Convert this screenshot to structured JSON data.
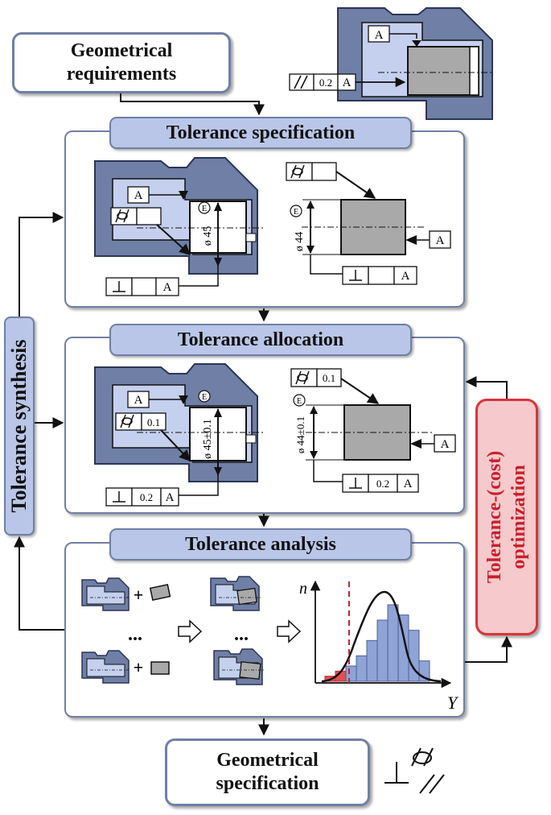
{
  "boxes": {
    "geometrical_requirements": [
      "Geometrical",
      "requirements"
    ],
    "tolerance_specification": "Tolerance specification",
    "tolerance_allocation": "Tolerance allocation",
    "tolerance_analysis": "Tolerance analysis",
    "tolerance_synthesis": "Tolerance synthesis",
    "tolerance_optimization": [
      "Tolerance-(cost)",
      "optimization"
    ],
    "geometrical_specification": [
      "Geometrical",
      "specification"
    ]
  },
  "top_part": {
    "datum": "A",
    "parallelism_value": "0.2",
    "parallelism_datum": "A"
  },
  "specification": {
    "datum_label": "A",
    "bore_dim": "ø 45",
    "shaft_dim": "ø 44",
    "envelope": "E",
    "perp_datum": "A",
    "shaft_datum": "A",
    "shaft_perp_datum": "A"
  },
  "allocation": {
    "datum_label": "A",
    "cyl_value": "0.1",
    "bore_dim": "ø 45±0.1",
    "perp_value": "0.2",
    "perp_datum": "A",
    "shaft_cyl_value": "0.1",
    "shaft_dim": "ø 44±0.1",
    "envelope": "E",
    "shaft_datum": "A",
    "shaft_perp_value": "0.2",
    "shaft_perp_datum": "A"
  },
  "analysis": {
    "ellipsis": "...",
    "plus": "+",
    "y_axis_label": "n",
    "x_axis_label": "Y",
    "histogram_counts": [
      1,
      2,
      3,
      5,
      8,
      12,
      15,
      13,
      10,
      4
    ],
    "histogram_colors": {
      "in_tolerance": "#8fa3d6",
      "out_of_tolerance": "#e05050",
      "limit": "#c0282d"
    }
  },
  "legend_symbols": [
    "perpendicularity",
    "cylindricity",
    "parallelism"
  ],
  "colors": {
    "panel_border": "#6f7fa6",
    "pill_fill": "#b9c6e8",
    "part_dark": "#6f7fa6",
    "part_light": "#c5d0ee",
    "shaft": "#a9a9a9",
    "accent_red": "#c8202a"
  }
}
